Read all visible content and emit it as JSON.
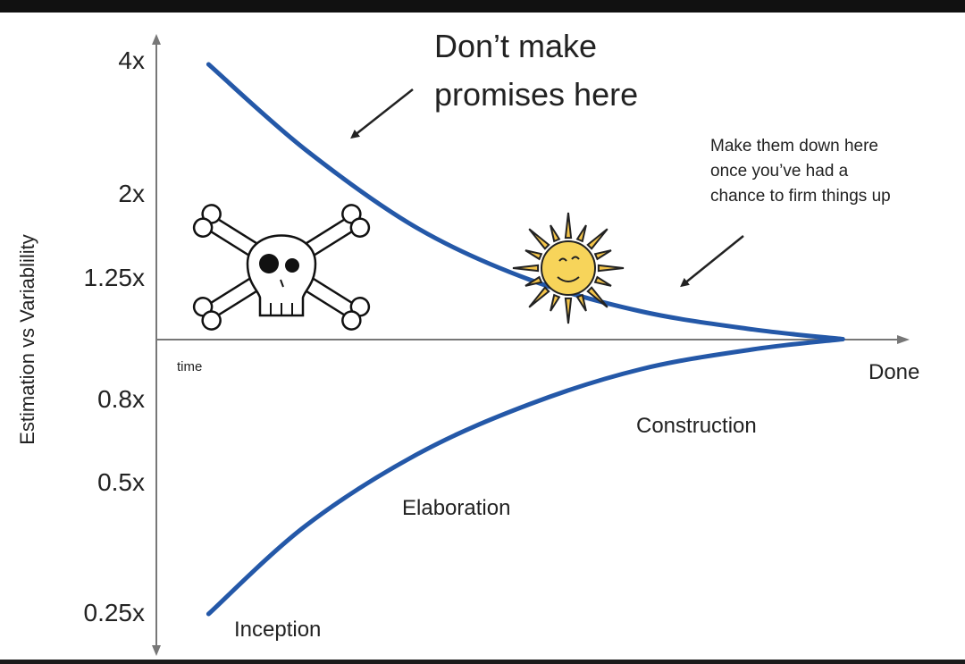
{
  "chart_data": {
    "type": "line",
    "title": "",
    "ylabel": "Estimation vs Variablility",
    "xlabel": "time",
    "x_end_label": "Done",
    "y_scale": "log",
    "y_ticks": [
      "4x",
      "2x",
      "1.25x",
      "0.8x",
      "0.5x",
      "0.25x"
    ],
    "y_tick_values": [
      4,
      2,
      1.25,
      0.8,
      0.5,
      0.25
    ],
    "x_range": [
      0,
      1
    ],
    "series": [
      {
        "x": [
          0.07,
          0.2,
          0.35,
          0.5,
          0.65,
          0.8,
          0.92
        ],
        "values": [
          4.0,
          2.6,
          1.75,
          1.35,
          1.15,
          1.05,
          1.0
        ]
      },
      {
        "x": [
          0.07,
          0.2,
          0.35,
          0.5,
          0.65,
          0.8,
          0.92
        ],
        "values": [
          0.25,
          0.39,
          0.56,
          0.72,
          0.86,
          0.95,
          1.0
        ]
      }
    ],
    "line_color": "#2458a8",
    "phases": [
      "Inception",
      "Elaboration",
      "Construction"
    ],
    "annotations": {
      "top": [
        "Don’t make",
        "promises here"
      ],
      "right": [
        "Make them down here",
        "once you’ve had a",
        "chance to firm things up"
      ]
    },
    "icons": [
      "skull-crossbones-icon",
      "sun-icon"
    ]
  }
}
